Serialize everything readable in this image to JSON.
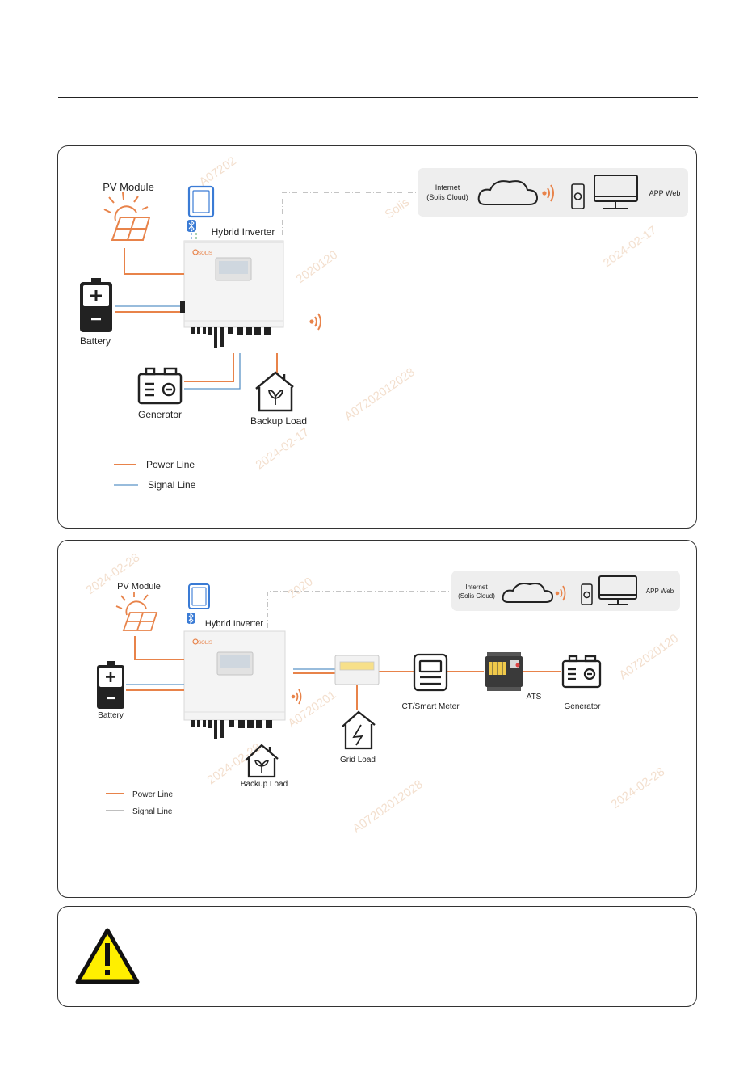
{
  "diagram1": {
    "pv_module": "PV Module",
    "hybrid_inverter": "Hybrid Inverter",
    "battery": "Battery",
    "generator": "Generator",
    "backup_load": "Backup Load",
    "internet_line1": "Internet",
    "internet_line2": "(Solis Cloud)",
    "app_web": "APP Web",
    "legend_power": "Power Line",
    "legend_signal": "Signal Line"
  },
  "diagram2": {
    "pv_module": "PV Module",
    "hybrid_inverter": "Hybrid Inverter",
    "battery": "Battery",
    "backup_load": "Backup Load",
    "grid_load": "Grid Load",
    "ct_meter": "CT/Smart Meter",
    "ats": "ATS",
    "generator": "Generator",
    "internet_line1": "Internet",
    "internet_line2": "(Solis Cloud)",
    "app_web": "APP Web",
    "legend_power": "Power Line",
    "legend_signal": "Signal Line"
  },
  "inverter_brand": "SOLIS",
  "colors": {
    "power_line": "#e8834a",
    "signal_line": "#5b93c7",
    "accent_orange": "#e8834a",
    "bluetooth": "#3a7bd5",
    "warning_yellow": "#ffef00"
  },
  "icons": [
    "sun-panel-icon",
    "tablet-icon",
    "bluetooth-icon",
    "battery-icon",
    "generator-icon",
    "house-icon",
    "cloud-icon",
    "wifi-icon",
    "phone-icon",
    "monitor-icon",
    "warning-icon"
  ]
}
